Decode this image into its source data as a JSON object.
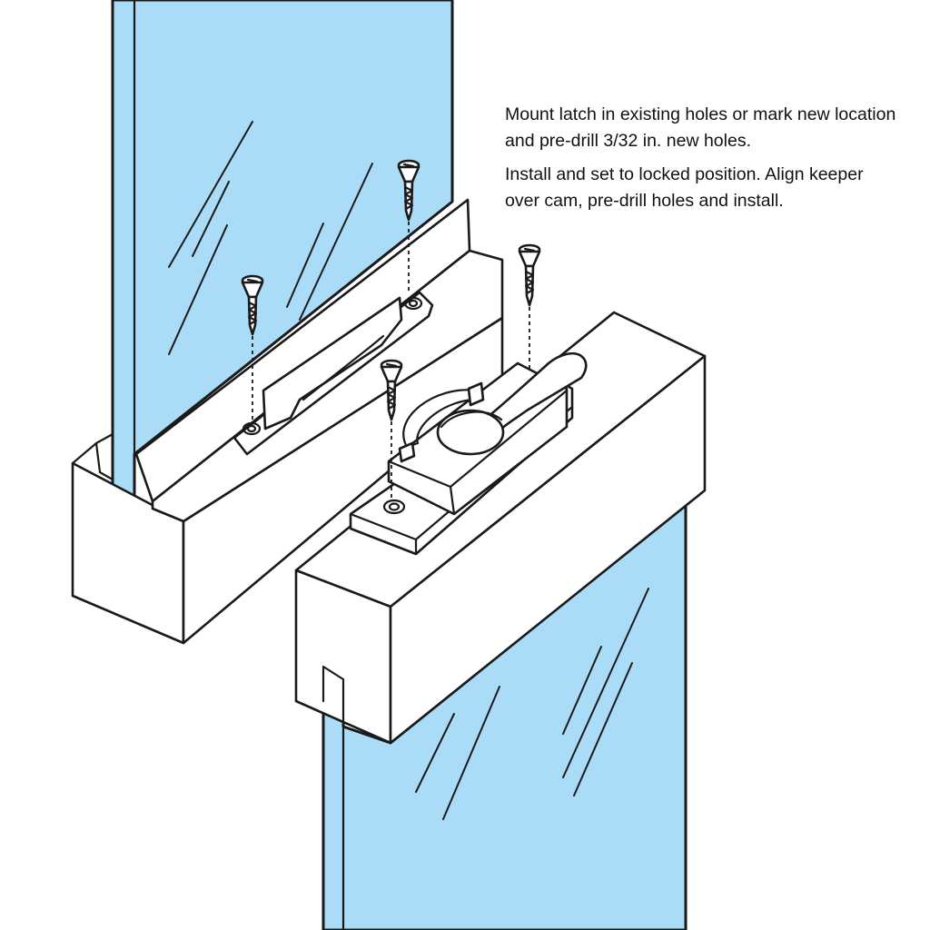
{
  "instructions": {
    "step1_line1": "Mount latch in existing holes or mark new location",
    "step1_line2": "and pre-drill 3/32 in. new holes.",
    "step2_line1": "Install and set to locked position. Align keeper",
    "step2_line2": "over cam, pre-drill holes and install."
  },
  "colors": {
    "glass": "#aadcf8",
    "outline": "#1a1a1a",
    "background": "#ffffff"
  }
}
